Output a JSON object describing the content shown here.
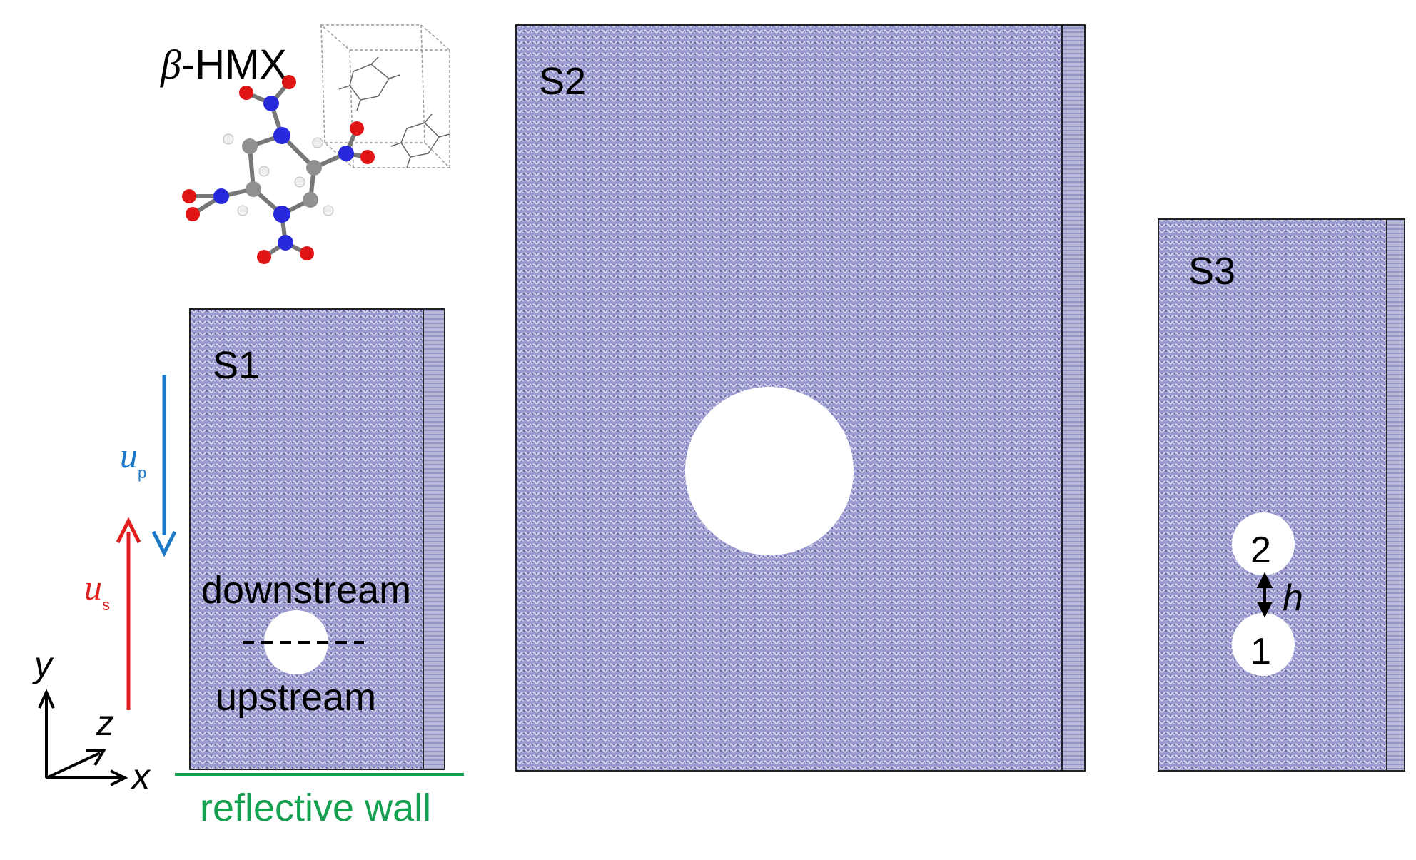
{
  "molecule": {
    "prefix": "β",
    "name": "-HMX"
  },
  "panels": {
    "s1": {
      "label": "S1",
      "downstream": "downstream",
      "upstream": "upstream"
    },
    "s2": {
      "label": "S2"
    },
    "s3": {
      "label": "S3",
      "void_top": "2",
      "void_bottom": "1",
      "gap_label": "h"
    }
  },
  "arrows": {
    "up": {
      "symbol": "u",
      "subscript": "p"
    },
    "us": {
      "symbol": "u",
      "subscript": "s"
    }
  },
  "axes": {
    "y": "y",
    "z": "z",
    "x": "x"
  },
  "wall_label": "reflective wall",
  "colors": {
    "crystal": "#8c8cc8",
    "crystal_light": "#c8c8e0",
    "up_arrow": "#1e78c8",
    "us_arrow": "#e01e1e",
    "wall": "#14a050",
    "nitrogen": "#2828dc",
    "oxygen": "#e01414",
    "carbon": "#909090",
    "hydrogen": "#f0f0f0"
  }
}
